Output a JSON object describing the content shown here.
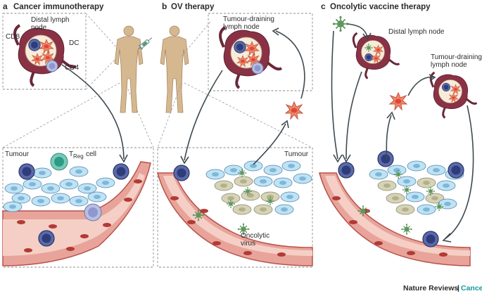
{
  "panels": {
    "a": {
      "letter": "a",
      "title": "Cancer immunotherapy",
      "labels": {
        "lymph_line1": "Distal lymph",
        "lymph_line2": "node",
        "cd8": "CD8",
        "dc": "DC",
        "cd4": "CD4",
        "tumour": "Tumour",
        "treg_main": "T",
        "treg_sub": "Reg",
        "treg_suffix": "cell"
      }
    },
    "b": {
      "letter": "b",
      "title": "OV therapy",
      "labels": {
        "lymph_line1": "Tumour-draining",
        "lymph_line2": "lymph node",
        "tumour": "Tumour",
        "ov_line1": "Oncolytic",
        "ov_line2": "virus"
      }
    },
    "c": {
      "letter": "c",
      "title": "Oncolytic vaccine therapy",
      "labels": {
        "distal": "Distal lymph node",
        "draining_line1": "Tumour-draining",
        "draining_line2": "lymph node"
      }
    }
  },
  "footer": {
    "publisher": "Nature Reviews",
    "separator": "|",
    "journal": "Cancer"
  },
  "colors": {
    "journal_accent": "#1a9aa0",
    "artery_wall": "#e8a49a",
    "tumour_cell": "#bfe3f3",
    "cd8": "#2f3c7c",
    "virus": "#5a9a5a",
    "dendritic_cell": "#f08a6a",
    "lymph_node": "#8a3245"
  },
  "icons": [
    "syringe-icon",
    "human-body-figure",
    "oncolytic-virus-icon",
    "dendritic-cell-icon",
    "lymph-node-icon"
  ]
}
